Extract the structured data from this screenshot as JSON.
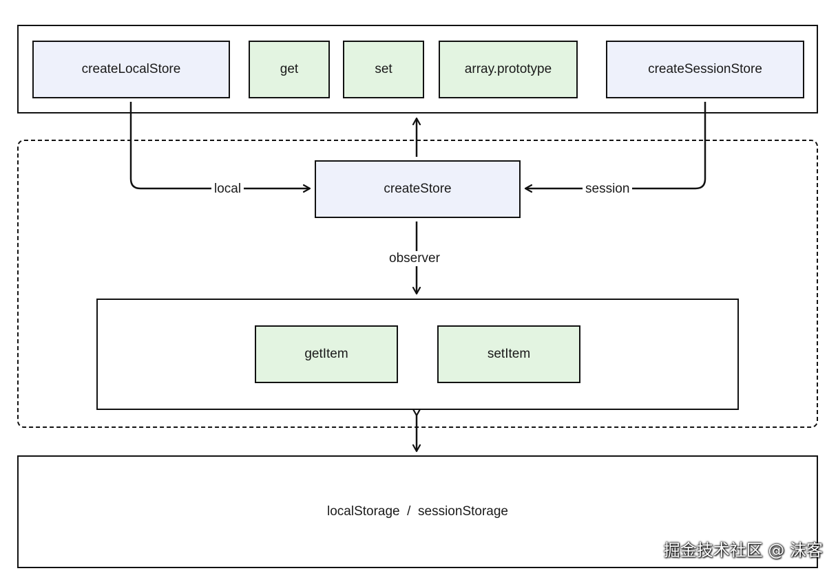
{
  "top_row": {
    "create_local_store": "createLocalStore",
    "get": "get",
    "set": "set",
    "array_prototype": "array.prototype",
    "create_session_store": "createSessionStore"
  },
  "core": {
    "create_store": "createStore",
    "local_label": "local",
    "session_label": "session",
    "observer_label": "observer"
  },
  "methods": {
    "get_item": "getItem",
    "set_item": "setItem"
  },
  "storage": {
    "label": "localStorage  /  sessionStorage"
  },
  "watermark": "掘金技术社区 @ 沫客",
  "colors": {
    "store_fill": "#eef1fb",
    "method_fill": "#e3f4e1",
    "stroke": "#111111"
  }
}
